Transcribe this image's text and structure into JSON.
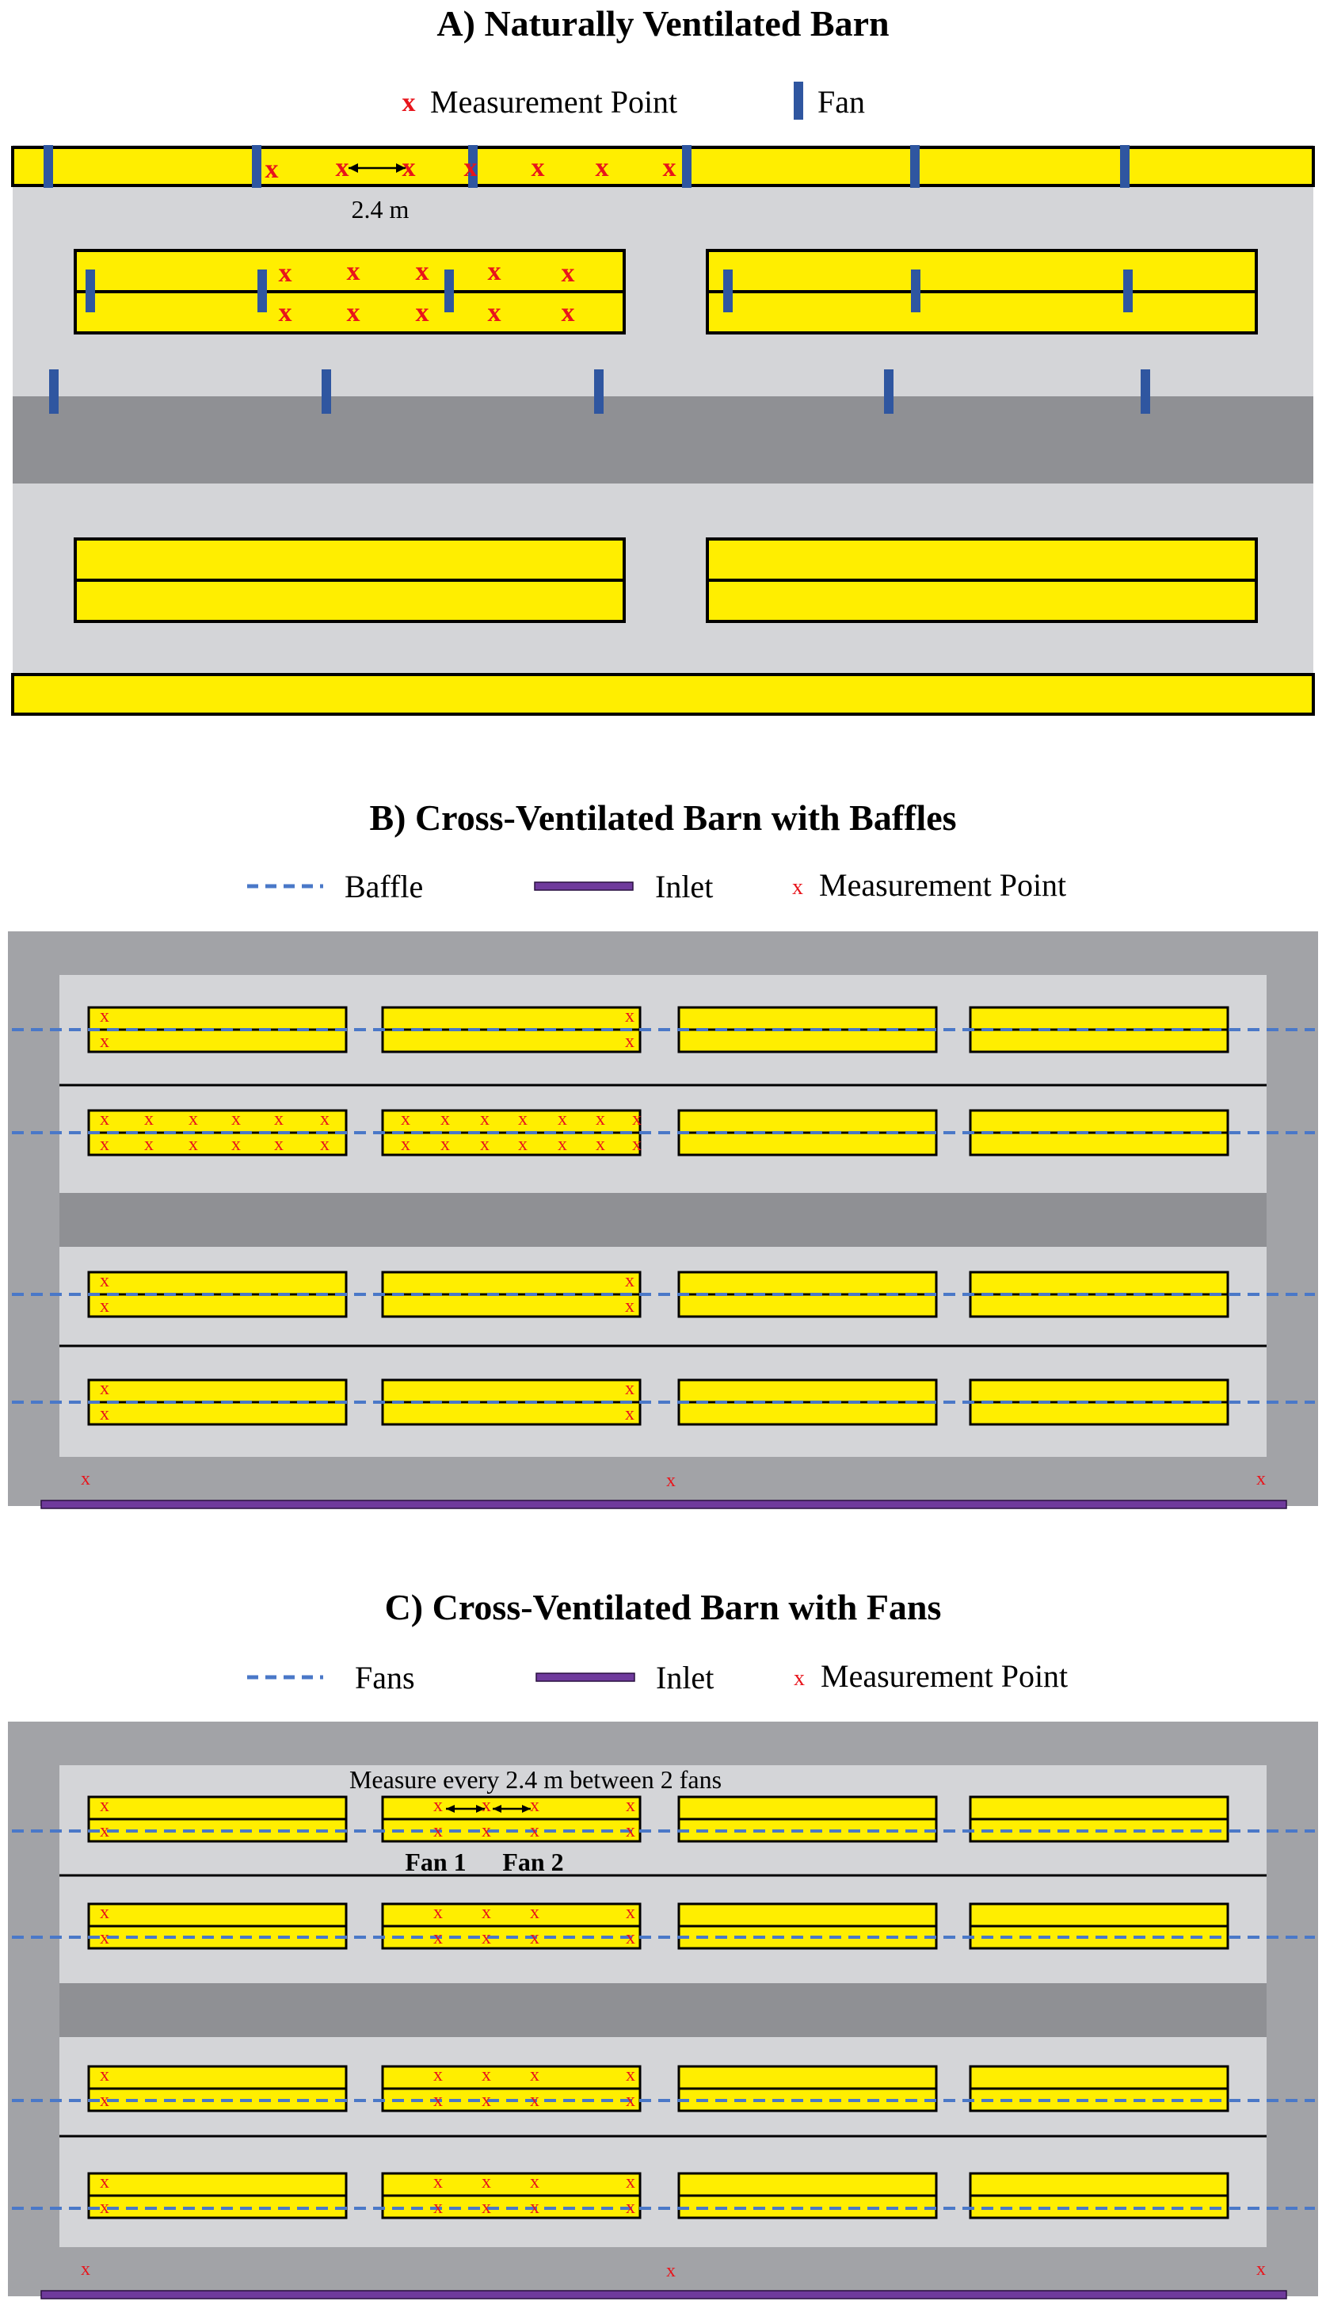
{
  "colors": {
    "stall": "#ffee00",
    "stall_stroke": "#000000",
    "floor": "#d4d5d8",
    "alley": "#8f9094",
    "side": "#a2a3a7",
    "fan": "#2f56a0",
    "baffle": "#4a78c8",
    "inlet": "#6f3a9c",
    "marker": "#e8141b"
  },
  "panel_a": {
    "title": "A) Naturally Ventilated Barn",
    "legend": {
      "measurement_label": "Measurement Point",
      "fan_label": "Fan",
      "marker_glyph": "x"
    },
    "spacing_label": "2.4 m"
  },
  "panel_b": {
    "title": "B) Cross-Ventilated Barn with Baffles",
    "legend": {
      "baffle_label": "Baffle",
      "inlet_label": "Inlet",
      "measurement_label": "Measurement Point",
      "marker_glyph": "x"
    }
  },
  "panel_c": {
    "title": "C) Cross-Ventilated Barn with Fans",
    "legend": {
      "fans_label": "Fans",
      "inlet_label": "Inlet",
      "measurement_label": "Measurement Point",
      "marker_glyph": "x"
    },
    "spacing_label": "Measure every 2.4 m between 2 fans",
    "fan1_label": "Fan 1",
    "fan2_label": "Fan 2"
  }
}
